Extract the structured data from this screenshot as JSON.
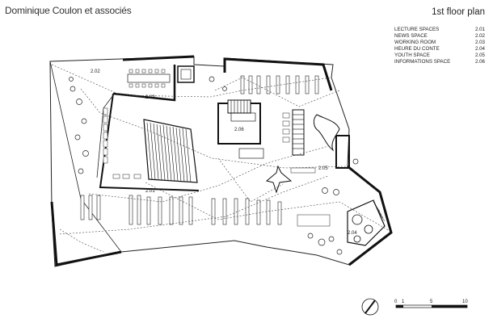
{
  "header": {
    "studio": "Dominique Coulon et associés",
    "plan_title": "1st floor plan"
  },
  "legend": [
    {
      "label": "LECTURE SPACES",
      "code": "2.01"
    },
    {
      "label": "NEWS SPACE",
      "code": "2.02"
    },
    {
      "label": "WORKING ROOM",
      "code": "2.03"
    },
    {
      "label": "HEURE DU CONTE",
      "code": "2.04"
    },
    {
      "label": "YOUTH SPACE",
      "code": "2.05"
    },
    {
      "label": "INFORMATIONS SPACE",
      "code": "2.06"
    }
  ],
  "room_labels": {
    "r201": "2.01",
    "r202": "2.02",
    "r203": "2.03",
    "r204": "2.04",
    "r205": "2.05",
    "r206": "2.06"
  },
  "scale_bar": {
    "t0": "0",
    "t1": "1",
    "t5": "5",
    "t10": "10"
  }
}
